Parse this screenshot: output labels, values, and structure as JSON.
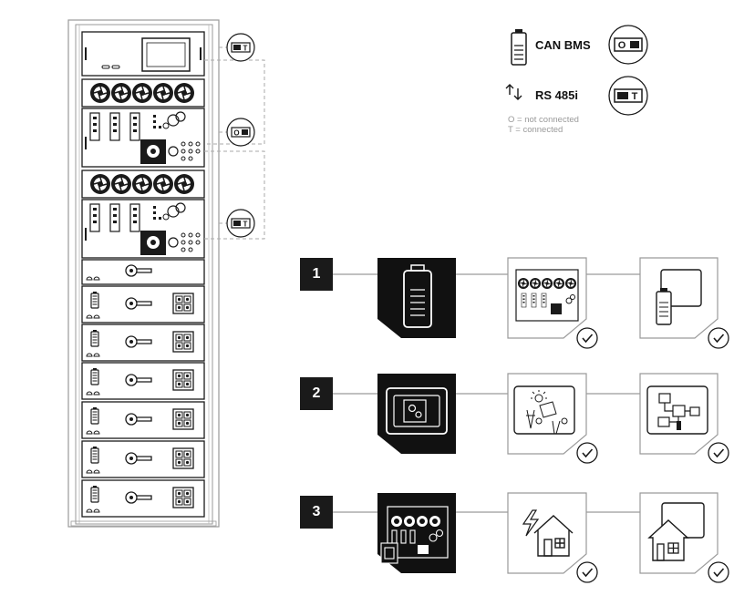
{
  "legend": {
    "can_bms_label": "CAN BMS",
    "rs485_label": "RS 485i",
    "switch_o_letter": "O",
    "switch_t_letter": "T",
    "note_line1": "O = not connected",
    "note_line2": "T = connected"
  },
  "rack": {
    "top_switch_letter": "T",
    "middle_switch_letter": "O",
    "lower_switch_letter": "T"
  },
  "steps": [
    {
      "number": "1",
      "icons": [
        "battery-icon",
        "inverter-rack-icon",
        "battery-on-display-icon"
      ]
    },
    {
      "number": "2",
      "icons": [
        "settings-display-icon",
        "solar-grid-monitor-icon",
        "system-flowchart-icon"
      ]
    },
    {
      "number": "3",
      "icons": [
        "inverter-unit-icon",
        "power-house-icon",
        "house-monitor-icon"
      ]
    }
  ],
  "colors": {
    "stroke": "#1a1a1a",
    "frame_gray": "#9a9a9a",
    "dashed": "#aaaaaa",
    "step_dark": "#111111"
  }
}
